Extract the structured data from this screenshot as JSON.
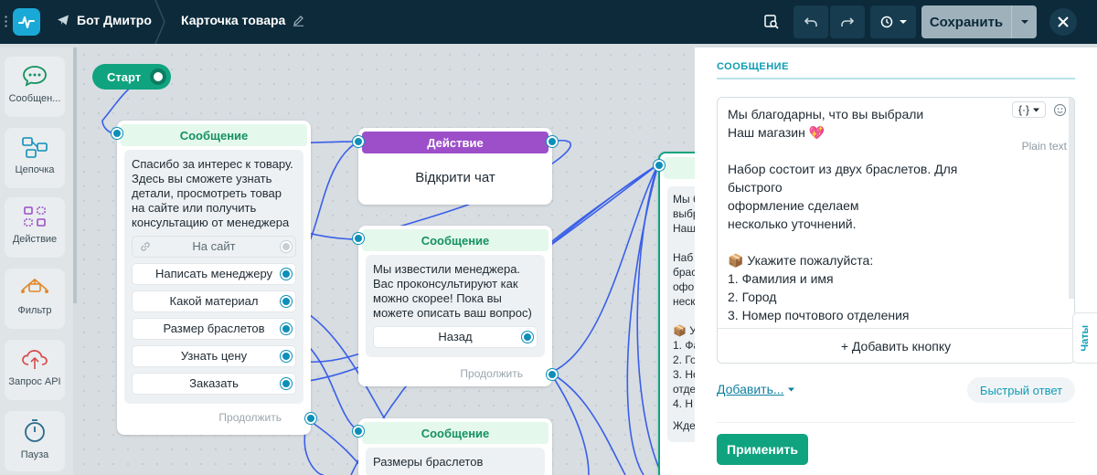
{
  "topbar": {
    "bot_name": "Бот Дмитро",
    "page_name": "Карточка товара",
    "save_label": "Сохранить"
  },
  "palette": [
    {
      "label": "Сообщен...",
      "icon": "chat-bubble-icon"
    },
    {
      "label": "Цепочка",
      "icon": "chain-icon"
    },
    {
      "label": "Действие",
      "icon": "action-icon"
    },
    {
      "label": "Фильтр",
      "icon": "filter-icon"
    },
    {
      "label": "Запрос API",
      "icon": "api-cloud-icon"
    },
    {
      "label": "Пауза",
      "icon": "timer-icon"
    }
  ],
  "canvas": {
    "start_label": "Старт",
    "node1": {
      "title": "Сообщение",
      "text": "Спасибо за интерес к товару. Здесь вы сможете узнать детали, просмотреть товар на сайте или получить консультацию от менеджера",
      "buttons": [
        "На сайт",
        "Написать менеджеру",
        "Какой материал",
        "Размер браслетов",
        "Узнать цену",
        "Заказать"
      ],
      "continue": "Продолжить"
    },
    "node2": {
      "title": "Действие",
      "label": "Відкрити чат"
    },
    "node3": {
      "title": "Сообщение",
      "text": "Мы известили менеджера. Вас проконсультируют как можно скорее! Пока вы можете описать ваш вопрос)",
      "button": "Назад",
      "continue": "Продолжить"
    },
    "node4": {
      "title": "Сообщение",
      "text": "Размеры браслетов"
    },
    "node5": {
      "lines": [
        "Мы б",
        "выбр",
        "Наш",
        "",
        "Наб",
        "брас",
        "офо",
        "неск",
        "",
        "📦 У",
        "1. Фа",
        "2. Го",
        "3. Но",
        "отде",
        "4. Н",
        "",
        "Жде"
      ]
    }
  },
  "panel": {
    "title": "СООБЩЕНИЕ",
    "message_text": "Мы благодарны, что вы выбрали\nНаш магазин 💖\n\nНабор состоит из двух браслетов. Для быстрого\nоформление сделаем\nнесколько уточнений.\n\n📦 Укажите пожалуйста:\n1. Фамилия и имя\n2. Город\n3. Номер почтового отделения",
    "plain_text": "Plain text",
    "format_label": "{·}",
    "add_button": "+ Добавить кнопку",
    "add_link": "Добавить...",
    "quick_reply": "Быстрый ответ",
    "apply": "Применить",
    "chats_tab": "Чаты"
  },
  "colors": {
    "topbar": "#0c2a3a",
    "accent_green": "#10a37f",
    "action_purple": "#9c4fc9",
    "wire_blue": "#3a5fe8",
    "port_blue": "#0c8fb8"
  }
}
